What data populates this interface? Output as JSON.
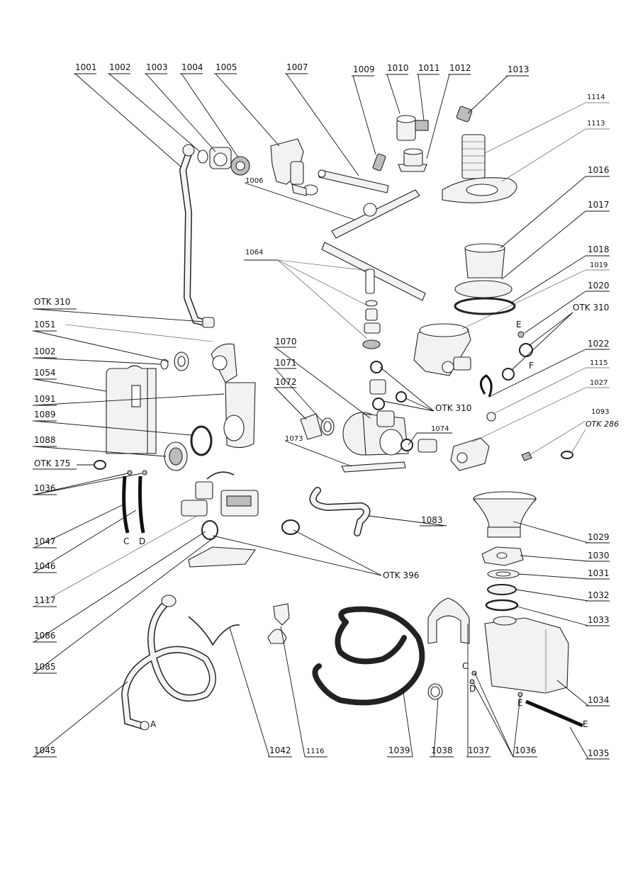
{
  "labels": {
    "l1001": "1001",
    "l1002a": "1002",
    "l1003": "1003",
    "l1004": "1004",
    "l1005": "1005",
    "l1007": "1007",
    "l1009": "1009",
    "l1010": "1010",
    "l1011": "1011",
    "l1012": "1012",
    "l1013": "1013",
    "l1114": "1114",
    "l1113": "1113",
    "l1016": "1016",
    "l1017": "1017",
    "l1006": "1006",
    "l1064": "1064",
    "l1018": "1018",
    "l1019": "1019",
    "l1020": "1020",
    "lotk310a": "ОTK 310",
    "l1051": "1051",
    "l1002b": "1002",
    "l1054": "1054",
    "l1070": "1070",
    "l1071": "1071",
    "l1072": "1072",
    "l1091": "1091",
    "l1089": "1089",
    "l1088": "1088",
    "lotk175": "ОTK 175",
    "l1036a": "1036",
    "l1047": "1047",
    "l1046": "1046",
    "l1117": "1117",
    "l1086": "1086",
    "l1085": "1085",
    "l1045": "1045",
    "l1042": "1042",
    "l1116": "1116",
    "l1039": "1039",
    "l1038": "1038",
    "l1037": "1037",
    "l1036b": "1036",
    "l1035": "1035",
    "l1034": "1034",
    "l1033": "1033",
    "l1032": "1032",
    "l1031": "1031",
    "l1030": "1030",
    "l1029": "1029",
    "l1083": "1083",
    "lotk396": "ОTK 396",
    "l1073": "1073",
    "l1074": "1074",
    "lotk310b": "ОTK 310",
    "l1022": "1022",
    "l1115": "1115",
    "l1027": "1027",
    "l1093": "1093",
    "lotk286": "ОTK 286",
    "lotk310c": "ОTK 310"
  },
  "letters": {
    "E1": "E",
    "F": "F",
    "C1": "C",
    "D1": "D",
    "A": "A",
    "C2": "C",
    "D2": "D",
    "E2": "E",
    "E3": "E"
  }
}
